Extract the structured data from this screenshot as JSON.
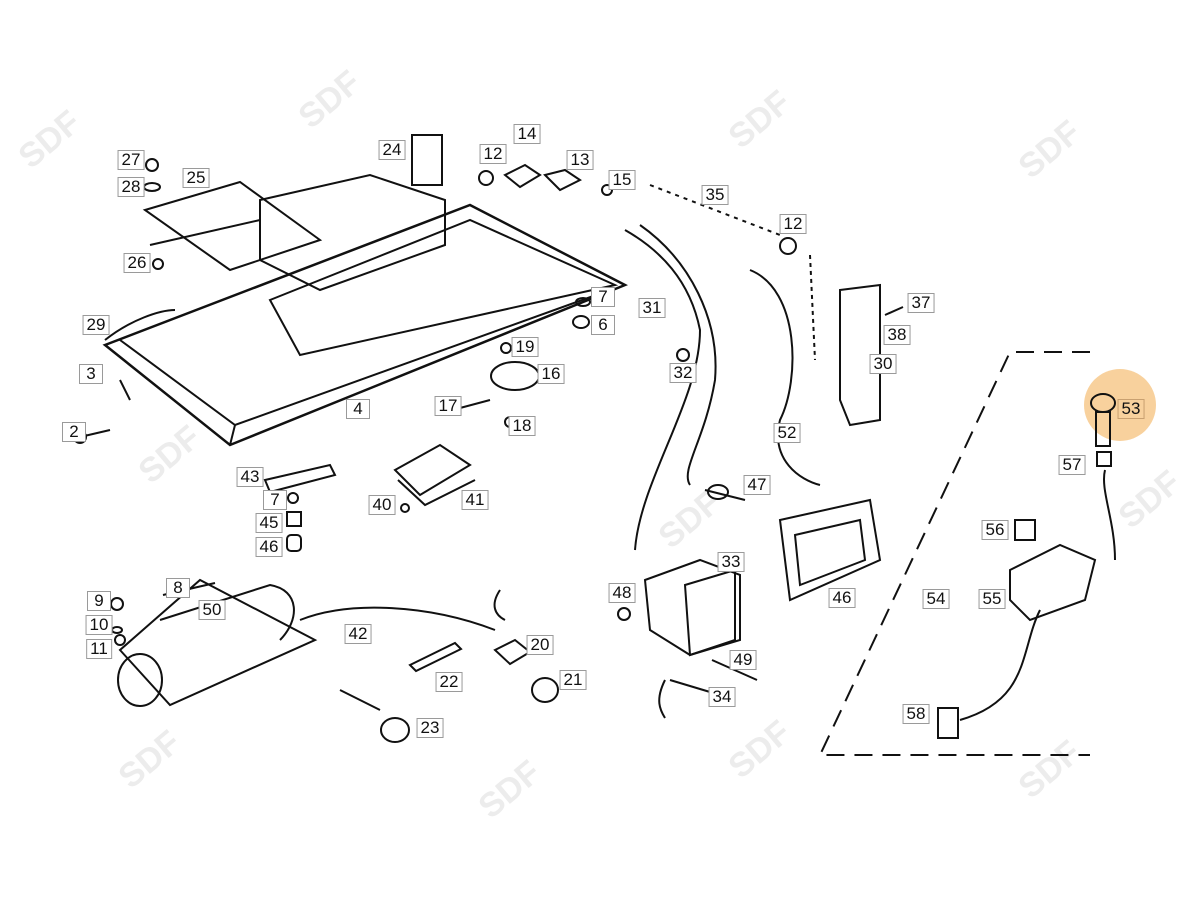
{
  "diagram": {
    "watermark": "SDF",
    "highlight_color": "#f7c98c",
    "selected_part": "53",
    "labels": [
      "27",
      "28",
      "25",
      "24",
      "12",
      "14",
      "13",
      "15",
      "35",
      "12",
      "26",
      "7",
      "6",
      "31",
      "37",
      "38",
      "30",
      "29",
      "19",
      "16",
      "32",
      "3",
      "17",
      "4",
      "18",
      "53",
      "2",
      "52",
      "57",
      "43",
      "7",
      "47",
      "45",
      "41",
      "40",
      "46",
      "56",
      "33",
      "8",
      "50",
      "48",
      "46",
      "54",
      "55",
      "9",
      "10",
      "11",
      "42",
      "20",
      "49",
      "22",
      "21",
      "34",
      "58",
      "23"
    ]
  }
}
